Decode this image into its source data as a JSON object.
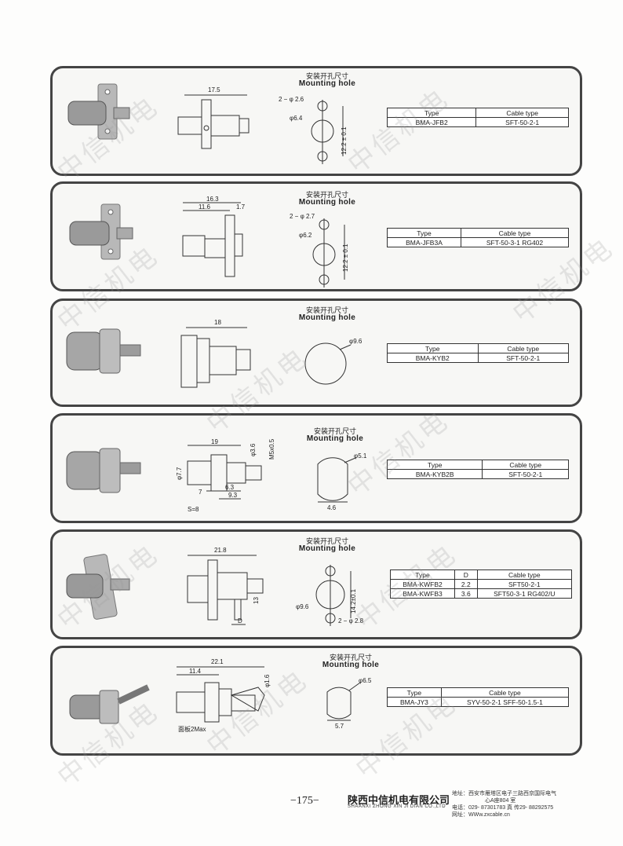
{
  "watermark": "中信机电",
  "panels": [
    {
      "hole_cn": "安装开孔尺寸",
      "hole_en": "Mounting hole",
      "dims": {
        "a": "17.5",
        "b": "2 − φ 2.6",
        "c": "φ6.4",
        "d": "12.2 ± 0.1"
      },
      "headers": [
        "Type",
        "Cable type"
      ],
      "rows": [
        [
          "BMA-JFB2",
          "SFT-50-2-1"
        ]
      ]
    },
    {
      "hole_cn": "安装开孔尺寸",
      "hole_en": "Mounting hole",
      "dims": {
        "a": "16.3",
        "b": "11.6",
        "c": "1.7",
        "d": "2 − φ 2.7",
        "e": "φ6.2",
        "f": "12.2 ± 0.1"
      },
      "headers": [
        "Type",
        "Cable type"
      ],
      "rows": [
        [
          "BMA-JFB3A",
          "SFT-50-3-1      RG402"
        ]
      ]
    },
    {
      "hole_cn": "安装开孔尺寸",
      "hole_en": "Mounting hole",
      "dims": {
        "a": "18",
        "b": "φ9.6"
      },
      "headers": [
        "Type",
        "Cable type"
      ],
      "rows": [
        [
          "BMA-KYB2",
          "SFT-50-2-1"
        ]
      ]
    },
    {
      "hole_cn": "安装开孔尺寸",
      "hole_en": "Mounting hole",
      "dims": {
        "a": "19",
        "b": "φ3.6",
        "c": "M5x0.5",
        "d": "φ7.7",
        "e": "6.3",
        "f": "7",
        "g": "9.3",
        "h": "S=8",
        "i": "φ5.1",
        "j": "4.6"
      },
      "headers": [
        "Type",
        "Cable type"
      ],
      "rows": [
        [
          "BMA-KYB2B",
          "SFT-50-2-1"
        ]
      ]
    },
    {
      "hole_cn": "安装开孔尺寸",
      "hole_en": "Mounting hole",
      "dims": {
        "a": "21.8",
        "b": "13",
        "c": "D",
        "d": "14.2±0.1",
        "e": "φ9.6",
        "f": "2 − φ 2.8"
      },
      "headers": [
        "Type",
        "D",
        "Cable type"
      ],
      "rows": [
        [
          "BMA-KWFB2",
          "2.2",
          "SFT50-2-1"
        ],
        [
          "BMA-KWFB3",
          "3.6",
          "SFT50-3-1  RG402/U"
        ]
      ]
    },
    {
      "hole_cn": "安装开孔尺寸",
      "hole_en": "Mounting hole",
      "dims": {
        "a": "22.1",
        "b": "11.4",
        "c": "φ1.6",
        "d": "面板2Max",
        "e": "φ6.5",
        "f": "5.7"
      },
      "headers": [
        "Type",
        "Cable type"
      ],
      "rows": [
        [
          "BMA-JY3",
          "SYV-50-2-1  SFF-50-1.5-1"
        ]
      ]
    }
  ],
  "footer": {
    "page": "−175−",
    "company_cn": "陕西中信机电有限公司",
    "company_en": "SHAANXI ZHONG XIN JI DIAN CO.,LTD",
    "addr": "地址：西安市雁塔区电子三路西京国际电气",
    "addr2": "心A座804 室",
    "tel": "电话：029- 87301783      真 传29- 88292575",
    "web": "网址：WWw.zxcable.cn"
  }
}
